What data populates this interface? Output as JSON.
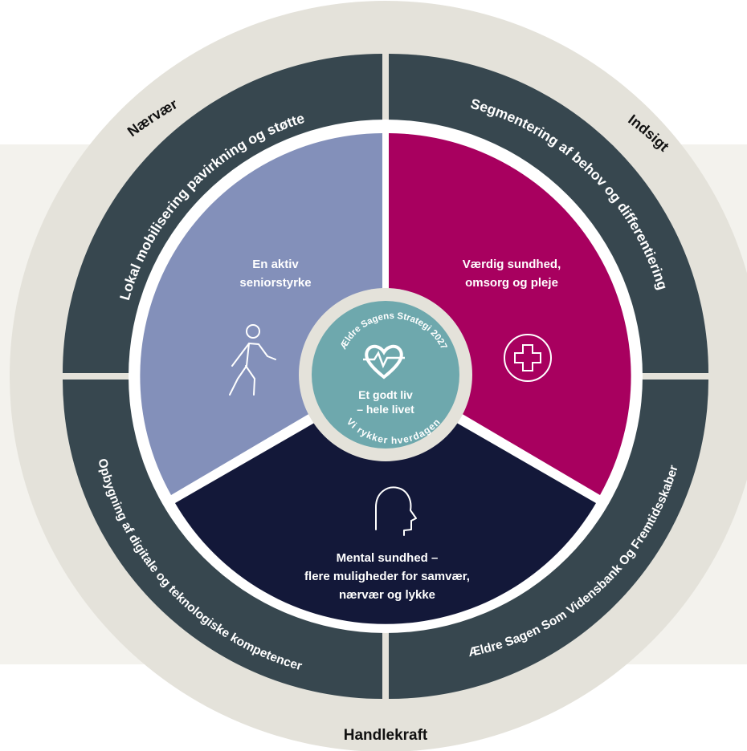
{
  "center": {
    "arc_top": "Ældre Sagens Strategi 2027",
    "line1": "Et godt liv",
    "line2": "– hele livet",
    "arc_bottom": "Vi rykker hverdagen",
    "icon": "heart-pulse-icon"
  },
  "pillars": [
    {
      "id": "narvaer",
      "label": "Nærvær"
    },
    {
      "id": "indsigt",
      "label": "Indsigt"
    },
    {
      "id": "handlekraft",
      "label": "Handlekraft"
    }
  ],
  "ring_texts": [
    {
      "id": "lokal",
      "text": "Lokal mobilisering pavirkning og støtte"
    },
    {
      "id": "segmentering",
      "text": "Segmentering af behov og differentiering"
    },
    {
      "id": "opbygning",
      "text": "Opbygning af digitale og teknologiske kompetencer"
    },
    {
      "id": "videnbank",
      "text": "Ældre Sagen Som Vidensbank Og Fremtidsskaber"
    }
  ],
  "segments": [
    {
      "id": "aktiv",
      "lines": [
        "En aktiv",
        "seniorstyrke"
      ],
      "icon": "walking-person-icon"
    },
    {
      "id": "sundhed",
      "lines": [
        "Værdig sundhed,",
        "omsorg og pleje"
      ],
      "icon": "medical-cross-icon"
    },
    {
      "id": "mental",
      "lines": [
        "Mental sundhed –",
        "flere muligheder for samvær,",
        "nærvær og lykke"
      ],
      "icon": "head-profile-icon"
    }
  ],
  "colors": {
    "backdrop": "#f3f2ed",
    "outer_ring": "#e4e2da",
    "dark_band": "#37474f",
    "aktiv": "#8390ba",
    "sundhed": "#a8005f",
    "mental": "#131839",
    "center": "#6ea8ad",
    "center_ring": "#e4e2da"
  }
}
